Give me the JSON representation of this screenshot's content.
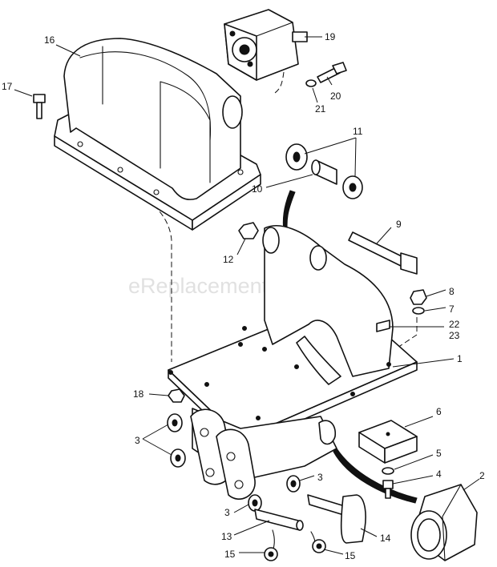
{
  "watermark": "eReplacementParts.com",
  "callouts": {
    "c1": "1",
    "c2": "2",
    "c3a": "3",
    "c3b": "3",
    "c3c": "3",
    "c4": "4",
    "c5": "5",
    "c6": "6",
    "c7": "7",
    "c8": "8",
    "c9": "9",
    "c10": "10",
    "c11": "11",
    "c12": "12",
    "c13": "13",
    "c14": "14",
    "c15a": "15",
    "c15b": "15",
    "c16": "16",
    "c17": "17",
    "c18": "18",
    "c19": "19",
    "c20": "20",
    "c21": "21",
    "c22": "22",
    "c23": "23"
  }
}
